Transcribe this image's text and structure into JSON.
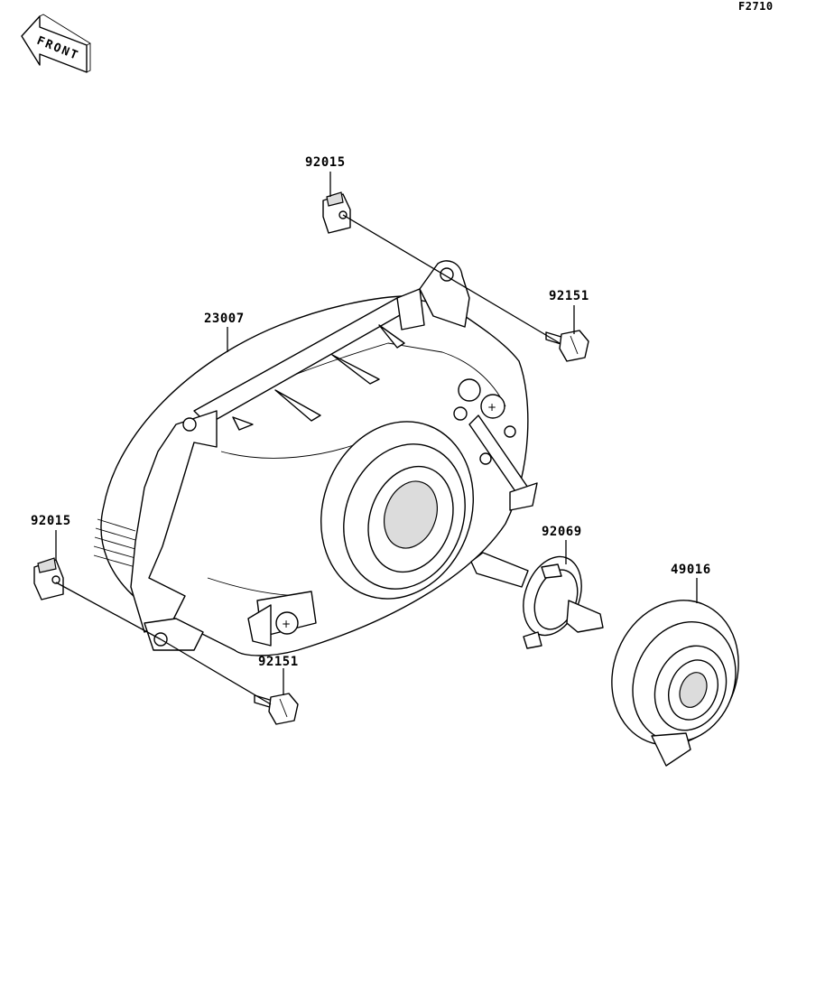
{
  "drawing": {
    "figure_code": "F2710",
    "front_arrow_text": "FRONT"
  },
  "callouts": {
    "clip_top": "92015",
    "clip_left": "92015",
    "bolt_top": "92151",
    "bolt_bottom": "92151",
    "headlight": "23007",
    "bulb": "92069",
    "cover": "49016"
  }
}
